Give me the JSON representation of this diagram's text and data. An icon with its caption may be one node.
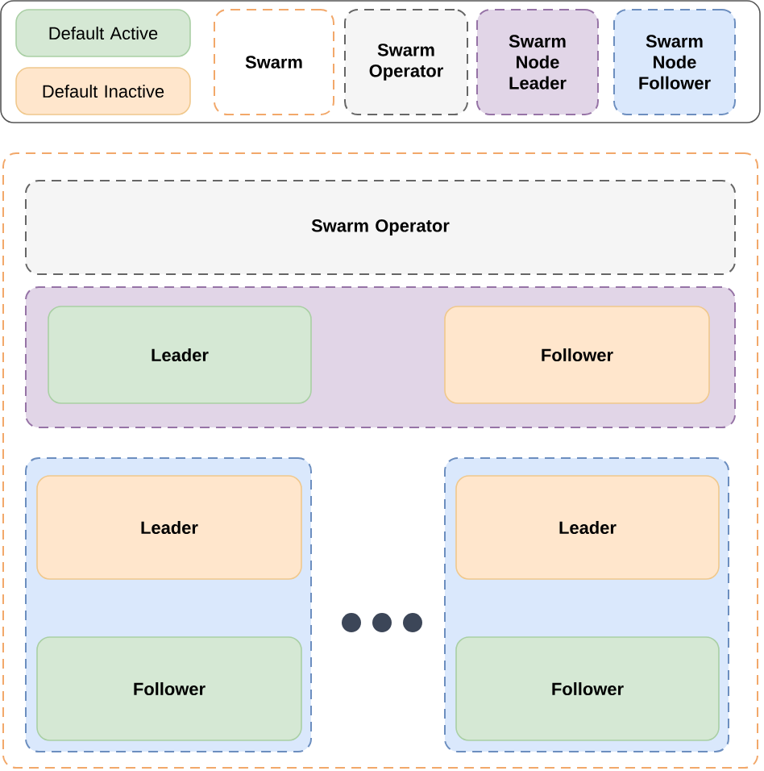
{
  "diagram": {
    "nodes": [
      {
        "text": [
          "Default Active"
        ]
      },
      {
        "text": [
          "Default Inactive"
        ]
      },
      {
        "text": [
          "Swarm"
        ]
      },
      {
        "text": [
          "Swarm Operator"
        ]
      },
      {
        "text": [
          "Swarm Node Leader"
        ]
      },
      {
        "text": [
          "Swarm Node Follower"
        ]
      },
      {
        "text": [],
        "shape": "box"
      },
      {
        "text": [
          "Swarm Operator"
        ],
        "in": 6
      },
      {
        "text": [],
        "shape": "box",
        "in": 6
      },
      {
        "text": [
          "Leader"
        ],
        "in": 8
      },
      {
        "text": [
          "Follower"
        ],
        "in": 8
      },
      {
        "text": [],
        "shape": "box",
        "in": 6
      },
      {
        "text": [
          "Leader"
        ],
        "in": 11
      },
      {
        "text": [
          "Follower"
        ],
        "in": 11
      },
      {
        "text": [],
        "shape": "box",
        "in": 6
      },
      {
        "text": [
          "Leader"
        ],
        "in": 14
      },
      {
        "text": [
          "Follower"
        ],
        "in": 14
      }
    ],
    "edges": []
  }
}
